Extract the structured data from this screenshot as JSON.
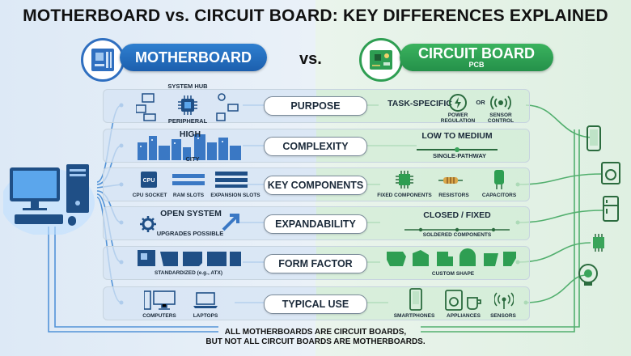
{
  "title": "MOTHERBOARD vs. CIRCUIT BOARD: KEY DIFFERENCES EXPLAINED",
  "left_heading": "MOTHERBOARD",
  "right_heading": "CIRCUIT BOARD",
  "right_subheading": "PCB",
  "vs_label": "vs.",
  "rows": {
    "purpose": {
      "category": "PURPOSE",
      "left_top": "SYSTEM HUB",
      "left_bottom": "PERIPHERAL",
      "right_main": "TASK-SPECIFIC",
      "right_a": "POWER REGULATION",
      "right_or": "OR",
      "right_b": "SENSOR CONTROL"
    },
    "complexity": {
      "category": "COMPLEXITY",
      "left_top": "HIGH",
      "left_bottom": "CITY",
      "right_main": "LOW TO MEDIUM",
      "right_sub": "SINGLE-PATHWAY"
    },
    "components": {
      "category": "KEY COMPONENTS",
      "left_a": "CPU SOCKET",
      "left_b": "RAM SLOTS",
      "left_c": "EXPANSION SLOTS",
      "cpu_chip": "CPU",
      "right_a": "FIXED COMPONENTS",
      "right_b": "RESISTORS",
      "right_c": "CAPACITORS"
    },
    "expandability": {
      "category": "EXPANDABILITY",
      "left_top": "OPEN SYSTEM",
      "left_bottom": "UPGRADES POSSIBLE",
      "right_main": "CLOSED / FIXED",
      "right_sub": "SOLDERED COMPONENTS"
    },
    "form": {
      "category": "FORM FACTOR",
      "left": "STANDARDIZED (e.g., ATX)",
      "right": "CUSTOM SHAPE"
    },
    "use": {
      "category": "TYPICAL USE",
      "left_a": "COMPUTERS",
      "left_b": "LAPTOPS",
      "right_a": "SMARTPHONES",
      "right_b": "APPLIANCES",
      "right_c": "SENSORS"
    }
  },
  "footer_line1": "ALL MOTHERBOARDS ARE CIRCUIT BOARDS,",
  "footer_line2": "BUT NOT ALL CIRCUIT BOARDS ARE MOTHERBOARDS.",
  "icons": [
    "motherboard-icon",
    "pcb-icon",
    "computer-icon",
    "chip-icon",
    "city-icon",
    "gear-icon",
    "arrow-icon",
    "smartphone-icon",
    "washer-icon",
    "fridge-icon",
    "sensor-icon",
    "camera-icon"
  ],
  "colors": {
    "blue": "#1c5fae",
    "green": "#24914a",
    "line_blue": "#3a84d2",
    "line_green": "#3aa45a"
  }
}
